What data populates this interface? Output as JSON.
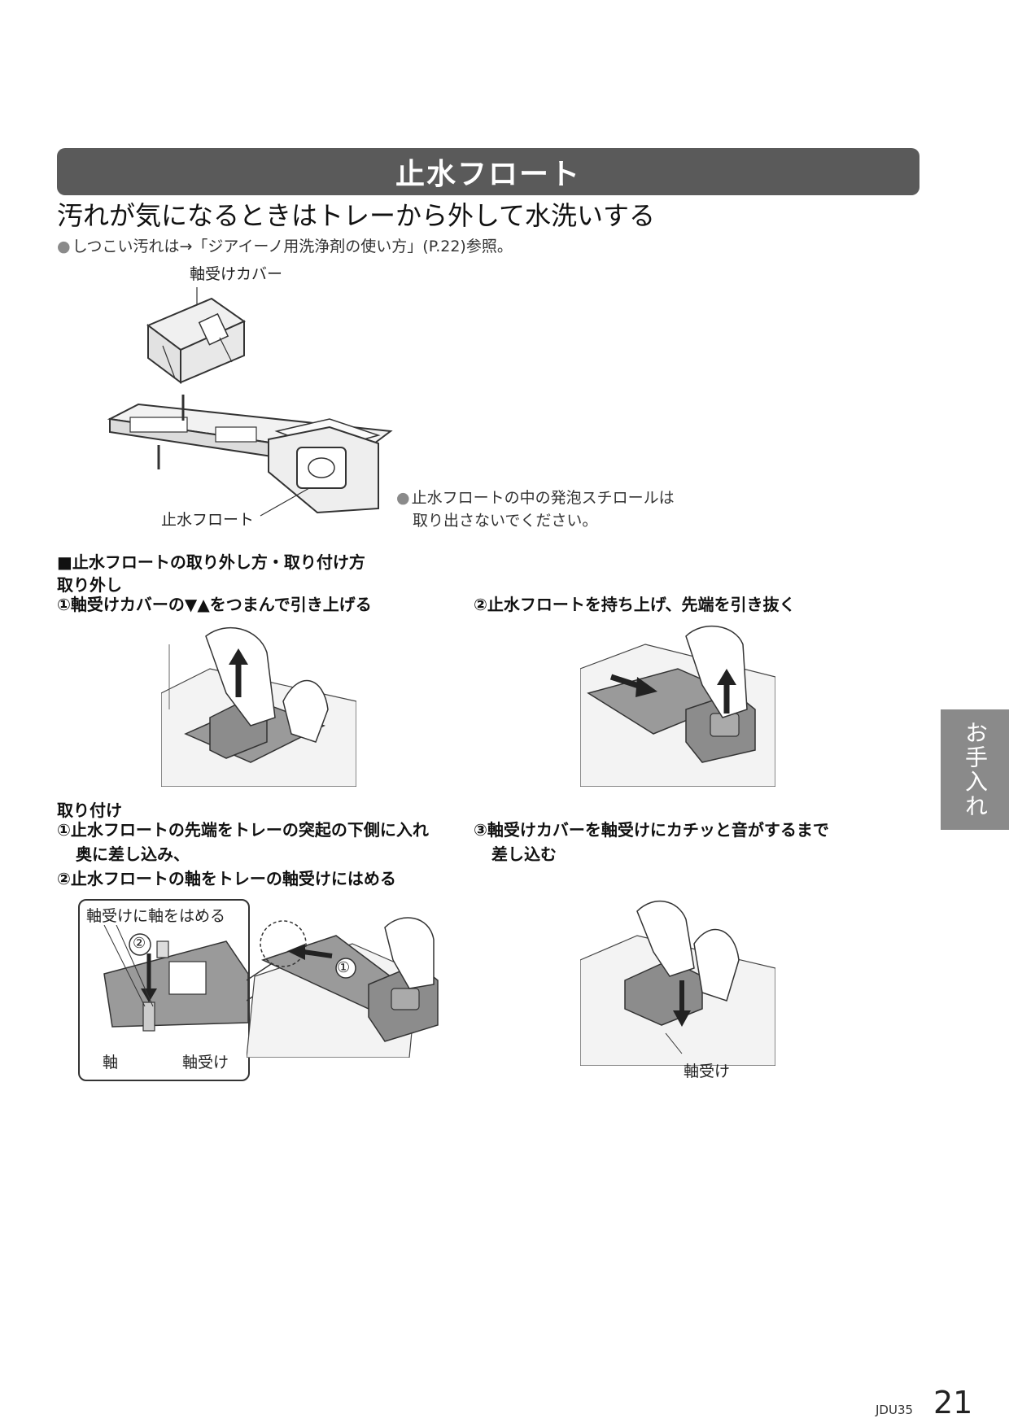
{
  "banner": {
    "title": "止水フロート"
  },
  "heading": "汚れが気になるときはトレーから外して水洗いする",
  "note1": "しつこい汚れは→「ジアイーノ用洗浄剤の使い方」(P.22)参照。",
  "labels": {
    "bearing_cover": "軸受けカバー",
    "float": "止水フロート",
    "foam_note_line1": "止水フロートの中の発泡スチロールは",
    "foam_note_line2": "取り出さないでください。",
    "bullet": "●"
  },
  "section": {
    "title": "■止水フロートの取り外し方・取り付け方",
    "removal": "取り外し",
    "removal_step1": "①軸受けカバーの▼▲をつまんで引き上げる",
    "removal_step2": "②止水フロートを持ち上げ、先端を引き抜く",
    "install": "取り付け",
    "install_step1_line1": "①止水フロートの先端をトレーの突起の下側に入れ",
    "install_step1_line2": "奥に差し込み、",
    "install_step2": "②止水フロートの軸をトレーの軸受けにはめる",
    "install_step3_line1": "③軸受けカバーを軸受けにカチッと音がするまで",
    "install_step3_line2": "差し込む"
  },
  "callout": {
    "title": "軸受けに軸をはめる",
    "num1": "①",
    "num2": "②",
    "shaft": "軸",
    "bearing": "軸受け",
    "bearing2": "軸受け"
  },
  "side_tab": "お手入れ",
  "footer": {
    "code": "JDU35",
    "page": "21"
  }
}
